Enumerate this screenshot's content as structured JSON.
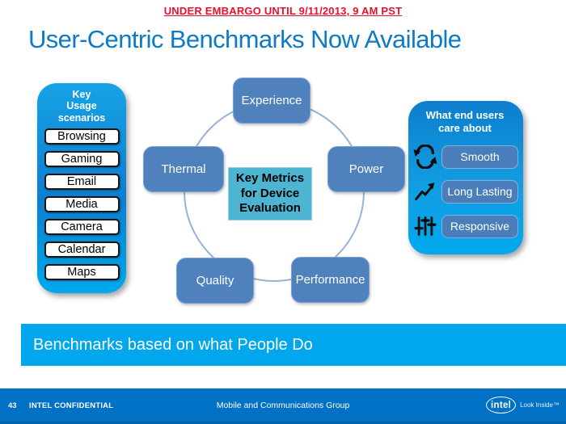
{
  "embargo": "UNDER EMBARGO UNTIL 9/11/2013, 9 AM PST",
  "title": "User-Centric Benchmarks Now Available",
  "left_panel": {
    "title_lines": [
      "Key",
      "Usage",
      "scenarios"
    ],
    "items": [
      "Browsing",
      "Gaming",
      "Email",
      "Media",
      "Camera",
      "Calendar",
      "Maps"
    ]
  },
  "diagram": {
    "center_lines": [
      "Key Metrics",
      "for Device",
      "Evaluation"
    ],
    "nodes": [
      {
        "id": "experience",
        "label": "Experience"
      },
      {
        "id": "thermal",
        "label": "Thermal"
      },
      {
        "id": "power",
        "label": "Power"
      },
      {
        "id": "quality",
        "label": "Quality"
      },
      {
        "id": "performance",
        "label": "Performance"
      }
    ]
  },
  "right_panel": {
    "title_lines": [
      "What end users",
      "care about"
    ],
    "items": [
      {
        "icon": "sync-icon",
        "label": "Smooth"
      },
      {
        "icon": "trend-up-icon",
        "label": "Long Lasting"
      },
      {
        "icon": "sliders-icon",
        "label": "Responsive"
      }
    ]
  },
  "banner": "Benchmarks based on what People Do",
  "footer": {
    "page_number": "43",
    "confidential": "INTEL CONFIDENTIAL",
    "group": "Mobile and Communications Group",
    "logo_text": "intel",
    "logo_tagline": "Look Inside™"
  },
  "colors": {
    "intel_blue": "#0071c5",
    "banner_blue": "#00a7ec",
    "title_blue": "#0d7ac8",
    "node_blue": "#4f81bd",
    "care_box_blue": "#4a7ebb",
    "center_teal": "#4db5d1",
    "embargo_red": "#e8112d",
    "ring_stroke": "#95b3d7"
  }
}
